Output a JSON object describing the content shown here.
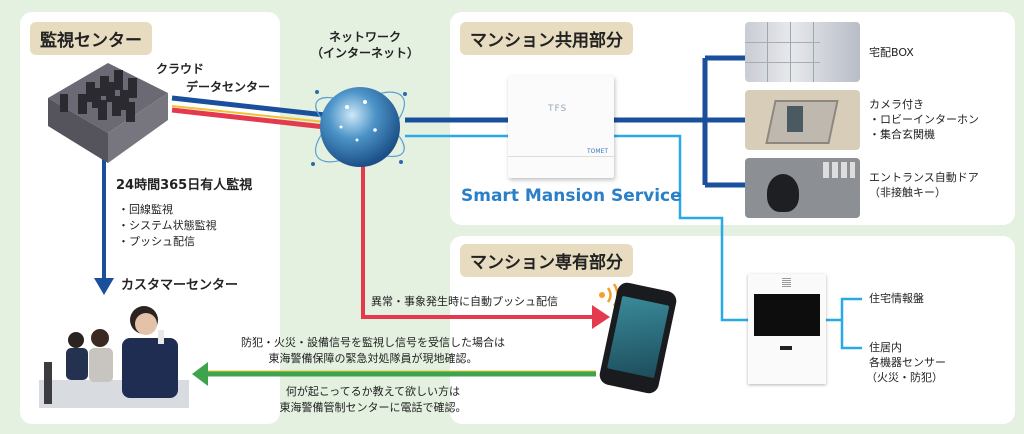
{
  "monitoring_center": {
    "title": "監視センター",
    "cloud_label_1": "クラウド",
    "cloud_label_2": "データセンター",
    "watch_title": "24時間365日有人監視",
    "watch_items": [
      "・回線監視",
      "・システム状態監視",
      "・プッシュ配信"
    ],
    "customer_center": "カスタマーセンター"
  },
  "network": {
    "label_1": "ネットワーク",
    "label_2": "（インターネット）"
  },
  "common_area": {
    "title": "マンション共用部分",
    "service_name": "Smart Mansion Service",
    "device_brand": "TOMET",
    "device_logo": "TFS",
    "items": [
      {
        "lines": [
          "宅配BOX"
        ]
      },
      {
        "lines": [
          "カメラ付き",
          "・ロビーインターホン",
          "・集合玄関機"
        ]
      },
      {
        "lines": [
          "エントランス自動ドア",
          "（非接触キー）"
        ]
      }
    ]
  },
  "private_area": {
    "title": "マンション専有部分",
    "push_label": "異常・事象発生時に自動プッシュ配信",
    "panel_items": [
      {
        "lines": [
          "住宅情報盤"
        ]
      },
      {
        "lines": [
          "住居内",
          "各機器センサー",
          "（火災・防犯）"
        ]
      }
    ]
  },
  "response": {
    "upper_1": "防犯・火災・設備信号を監視し信号を受信した場合は",
    "upper_2": "東海警備保障の緊急対処隊員が現地確認。",
    "lower_1": "何が起こってるか教えて欲しい方は",
    "lower_2": "東海警備管制センターに電話で確認。"
  },
  "colors": {
    "dark_blue": "#1a4f9c",
    "light_blue": "#29a9e6",
    "red": "#e43a4e",
    "green": "#3fa34d",
    "tag_bg": "#e8dcc0",
    "service_text": "#2a7fc8"
  }
}
